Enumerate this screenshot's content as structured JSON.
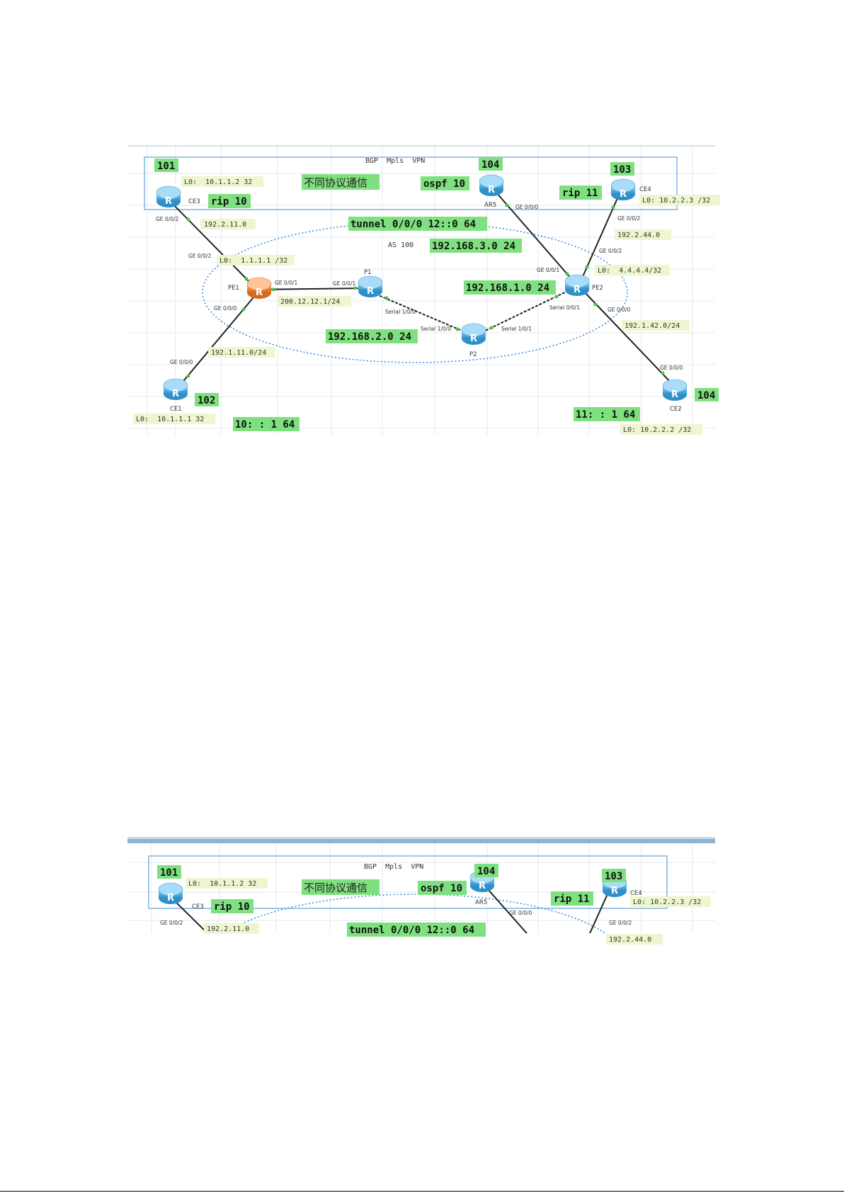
{
  "colors": {
    "label_bg": "#7fe07f",
    "small_label_bg": "#eef6d0",
    "router": "#5bb6e6",
    "router_pe1": "#f08a3c",
    "ellipse": "#3e8ee0",
    "box": "#6aa7e0",
    "grid": "#e3e8ee",
    "link_dot": "#49c24a"
  },
  "diagram1": {
    "bgp_title": "BGP  Mpls  VPN",
    "chinese_label": "不同协议通信",
    "as_label": "AS 100",
    "badges": {
      "ce3_id": "101",
      "ar5_id": "104",
      "ce4_id": "103",
      "ce1_id": "102",
      "ce2_id": "104",
      "rip10": "rip 10",
      "ospf10": "ospf 10",
      "rip11": "rip 11",
      "tunnel": "tunnel 0/0/0 12::0 64",
      "net_3": "192.168.3.0 24",
      "net_1": "192.168.1.0 24",
      "net_2": "192.168.2.0 24",
      "v6_10": "10: : 1 64",
      "v6_11": "11: : 1 64"
    },
    "small_labels": {
      "ce3_lo": "L0:  10.1.1.2 32",
      "ce4_lo": "L0: 10.2.2.3 /32",
      "net_2_11": "192.2.11.0",
      "pe1_lo": "L0:  1.1.1.1 /32",
      "pe2_lo": "L0:  4.4.4.4/32",
      "net_2_44": "192.2.44.0",
      "net_12": "200.12.12.1/24",
      "net_1_11": "192.1.11.0/24",
      "net_1_42": "192.1.42.0/24",
      "ce1_lo": "L0:  10.1.1.1 32",
      "ce2_lo": "L0: 10.2.2.2 /32"
    },
    "devices": {
      "ce3": "CE3",
      "ar5": "AR5",
      "ce4": "CE4",
      "pe1": "PE1",
      "p1": "P1",
      "pe2": "PE2",
      "p2": "P2",
      "ce1": "CE1",
      "ce2": "CE2"
    },
    "ports": {
      "ce3_ge002": "GE 0/0/2",
      "pe1_ge002": "GE 0/0/2",
      "pe1_ge001": "GE 0/0/1",
      "p1_ge001": "GE 0/0/1",
      "pe1_ge000": "GE 0/0/0",
      "ce1_ge000": "GE 0/0/0",
      "ar5_ge000": "GE 0/0/0",
      "ce4_ge002": "GE 0/0/2",
      "pe2_ge002": "GE 0/0/2",
      "pe2_ge001": "GE 0/0/1",
      "pe2_ge000": "GE 0/0/0",
      "ce2_ge000": "GE 0/0/0",
      "p1_s100": "Serial 1/0/0",
      "p2_s100": "Serial 1/0/0",
      "p2_s101": "Serial 1/0/1",
      "pe2_s001": "Serial 0/0/1"
    },
    "router_glyph": "R"
  },
  "diagram2": {
    "bgp_title": "BGP  Mpls  VPN",
    "chinese_label": "不同协议通信",
    "badges": {
      "ce3_id": "101",
      "ar5_id": "104",
      "ce4_id": "103",
      "rip10": "rip 10",
      "ospf10": "ospf 10",
      "rip11": "rip 11",
      "tunnel": "tunnel 0/0/0 12::0 64"
    },
    "small_labels": {
      "ce3_lo": "L0:  10.1.1.2 32",
      "ce4_lo": "L0: 10.2.2.3 /32",
      "net_2_11": "192.2.11.0",
      "net_2_44": "192.2.44.0"
    },
    "devices": {
      "ce3": "CE3",
      "ar5": "AR5",
      "ce4": "CE4"
    },
    "ports": {
      "ce3_ge002": "GE 0/0/2",
      "ar5_ge000": "GE 0/0/0",
      "ce4_ge002": "GE 0/0/2"
    },
    "router_glyph": "R"
  }
}
